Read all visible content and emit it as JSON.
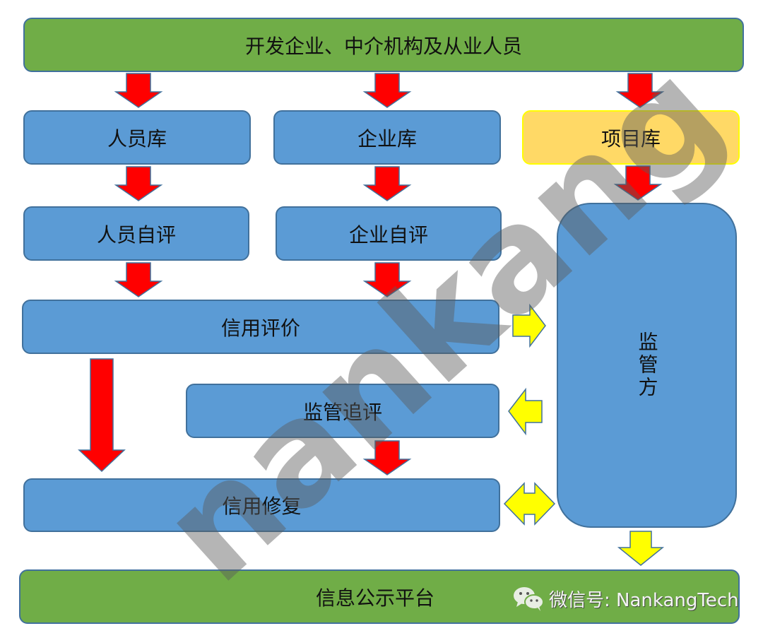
{
  "top_box": "开发企业、中介机构及从业人员",
  "personnel_db": "人员库",
  "enterprise_db": "企业库",
  "project_db": "项目库",
  "personnel_self_eval": "人员自评",
  "enterprise_self_eval": "企业自评",
  "credit_eval": "信用评价",
  "supervision_followup": "监管追评",
  "credit_repair": "信用修复",
  "regulator": "监管方",
  "disclosure_platform": "信息公示平台",
  "watermark": "nankang",
  "wechat_label": "微信号: NankangTech",
  "colors": {
    "green": "#70AD47",
    "blue": "#5B9BD5",
    "yellow": "#FFD966",
    "red_arrow": "#FF0000",
    "yellow_arrow": "#FFFF00"
  }
}
